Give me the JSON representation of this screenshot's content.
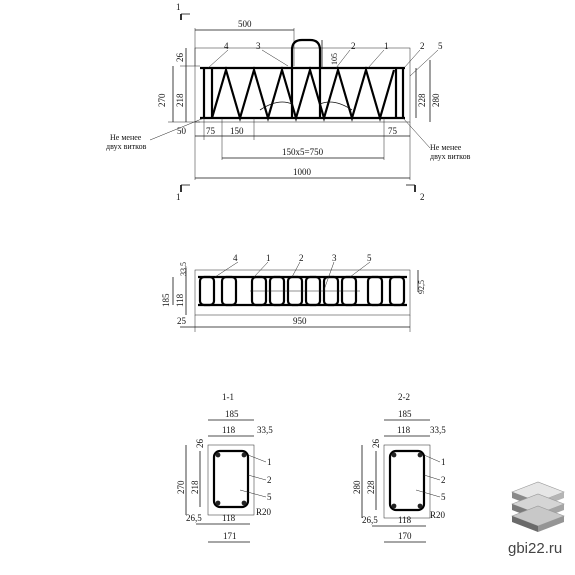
{
  "views": {
    "top": {
      "dims": {
        "length_total": "500",
        "top_cover": "26",
        "height": "270",
        "inner_height": "218",
        "right_height": "228",
        "right_total": "280",
        "loop_height": "105",
        "left_offset": "50",
        "first_step": "75",
        "second_step": "150",
        "last_step": "75",
        "spacing": "150х5=750",
        "overall": "1000"
      },
      "labels": {
        "p4": "4",
        "p3": "3",
        "p2": "2",
        "p1": "1",
        "p2b": "2",
        "p5": "5"
      },
      "notes": {
        "left_line1": "Не менее",
        "left_line2": "двух витков",
        "right_line1": "Не менее",
        "right_line2": "двух витков"
      },
      "section_marks": {
        "s1_top": "1",
        "s1_bottom": "1",
        "s2_bottom": "2"
      }
    },
    "plan": {
      "dims": {
        "top_offset": "33,5",
        "height": "185",
        "inner": "118",
        "right": "92,5",
        "left_edge": "25",
        "length": "950"
      },
      "labels": {
        "p4": "4",
        "p1": "1",
        "p2": "2",
        "p3": "3",
        "p5": "5"
      }
    },
    "section_1": {
      "title": "1-1",
      "dims": {
        "width": "185",
        "top_left": "26",
        "inner_w": "118",
        "right": "33,5",
        "height": "270",
        "inner_h": "218",
        "bottom_left": "26,5",
        "bottom_inner": "118",
        "bottom_total": "171",
        "radius": "R20"
      },
      "labels": {
        "p1": "1",
        "p2": "2",
        "p5": "5"
      }
    },
    "section_2": {
      "title": "2-2",
      "dims": {
        "width": "185",
        "top_left": "26",
        "inner_w": "118",
        "right": "33,5",
        "height": "280",
        "inner_h": "228",
        "bottom_left": "26,5",
        "bottom_inner": "118",
        "bottom_total": "170",
        "radius": "R20"
      },
      "labels": {
        "p1": "1",
        "p2": "2",
        "p5": "5"
      }
    }
  },
  "brand": {
    "site": "gbi22.ru",
    "logo": "stacked-slabs-logo"
  }
}
